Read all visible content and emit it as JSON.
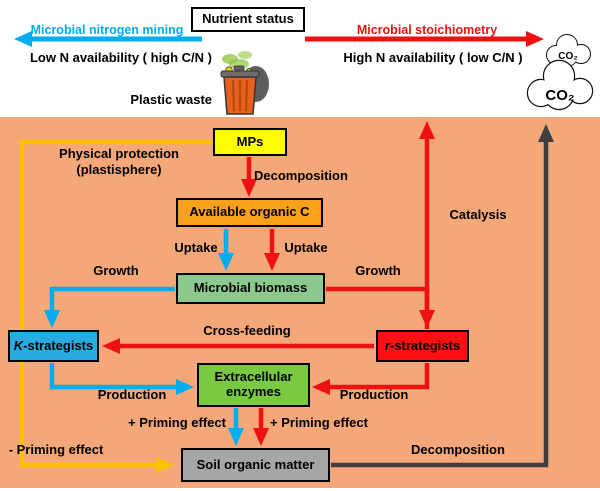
{
  "colors": {
    "background_panel": "#F4A778",
    "arrow_blue": "#00AEEF",
    "arrow_red": "#EE1111",
    "arrow_yellow": "#FFC000",
    "arrow_dark": "#3F3F3F",
    "mps_box": "#FFFF00",
    "organic_c_box": "#F9A11B",
    "biomass_box": "#8CC98C",
    "k_strategists_box": "#29ABE2",
    "r_strategists_box": "#FF0F0F",
    "enzymes_box": "#7AC943",
    "soil_organic_matter_box": "#A6A6A6"
  },
  "header": {
    "nutrient_status": "Nutrient status",
    "left_title": "Microbial nitrogen mining",
    "left_subtitle": "Low N availability ( high C/N )",
    "right_title": "Microbial stoichiometry",
    "right_subtitle": "High N availability ( low C/N )",
    "plastic_waste": "Plastic waste",
    "co2_small": "CO₂",
    "co2_large": "CO₂"
  },
  "boxes": {
    "mps": "MPs",
    "available_organic_c": "Available organic C",
    "microbial_biomass": "Microbial biomass",
    "k_prefix": "K",
    "k_suffix": "-strategists",
    "r_prefix": "r",
    "r_suffix": "-strategists",
    "extracellular_enzymes": "Extracellular\nenzymes",
    "soil_organic_matter": "Soil organic matter"
  },
  "labels": {
    "decomposition_top": "Decomposition",
    "physical_protection": "Physical protection\n(plastisphere)",
    "uptake_left": "Uptake",
    "uptake_right": "Uptake",
    "growth_left": "Growth",
    "growth_right": "Growth",
    "cross_feeding": "Cross-feeding",
    "catalysis": "Catalysis",
    "production_left": "Production",
    "production_right": "Production",
    "priming_plus_left": "+ Priming effect",
    "priming_plus_right": "+ Priming effect",
    "priming_minus": "- Priming effect",
    "decomposition_bottom": "Decomposition"
  }
}
